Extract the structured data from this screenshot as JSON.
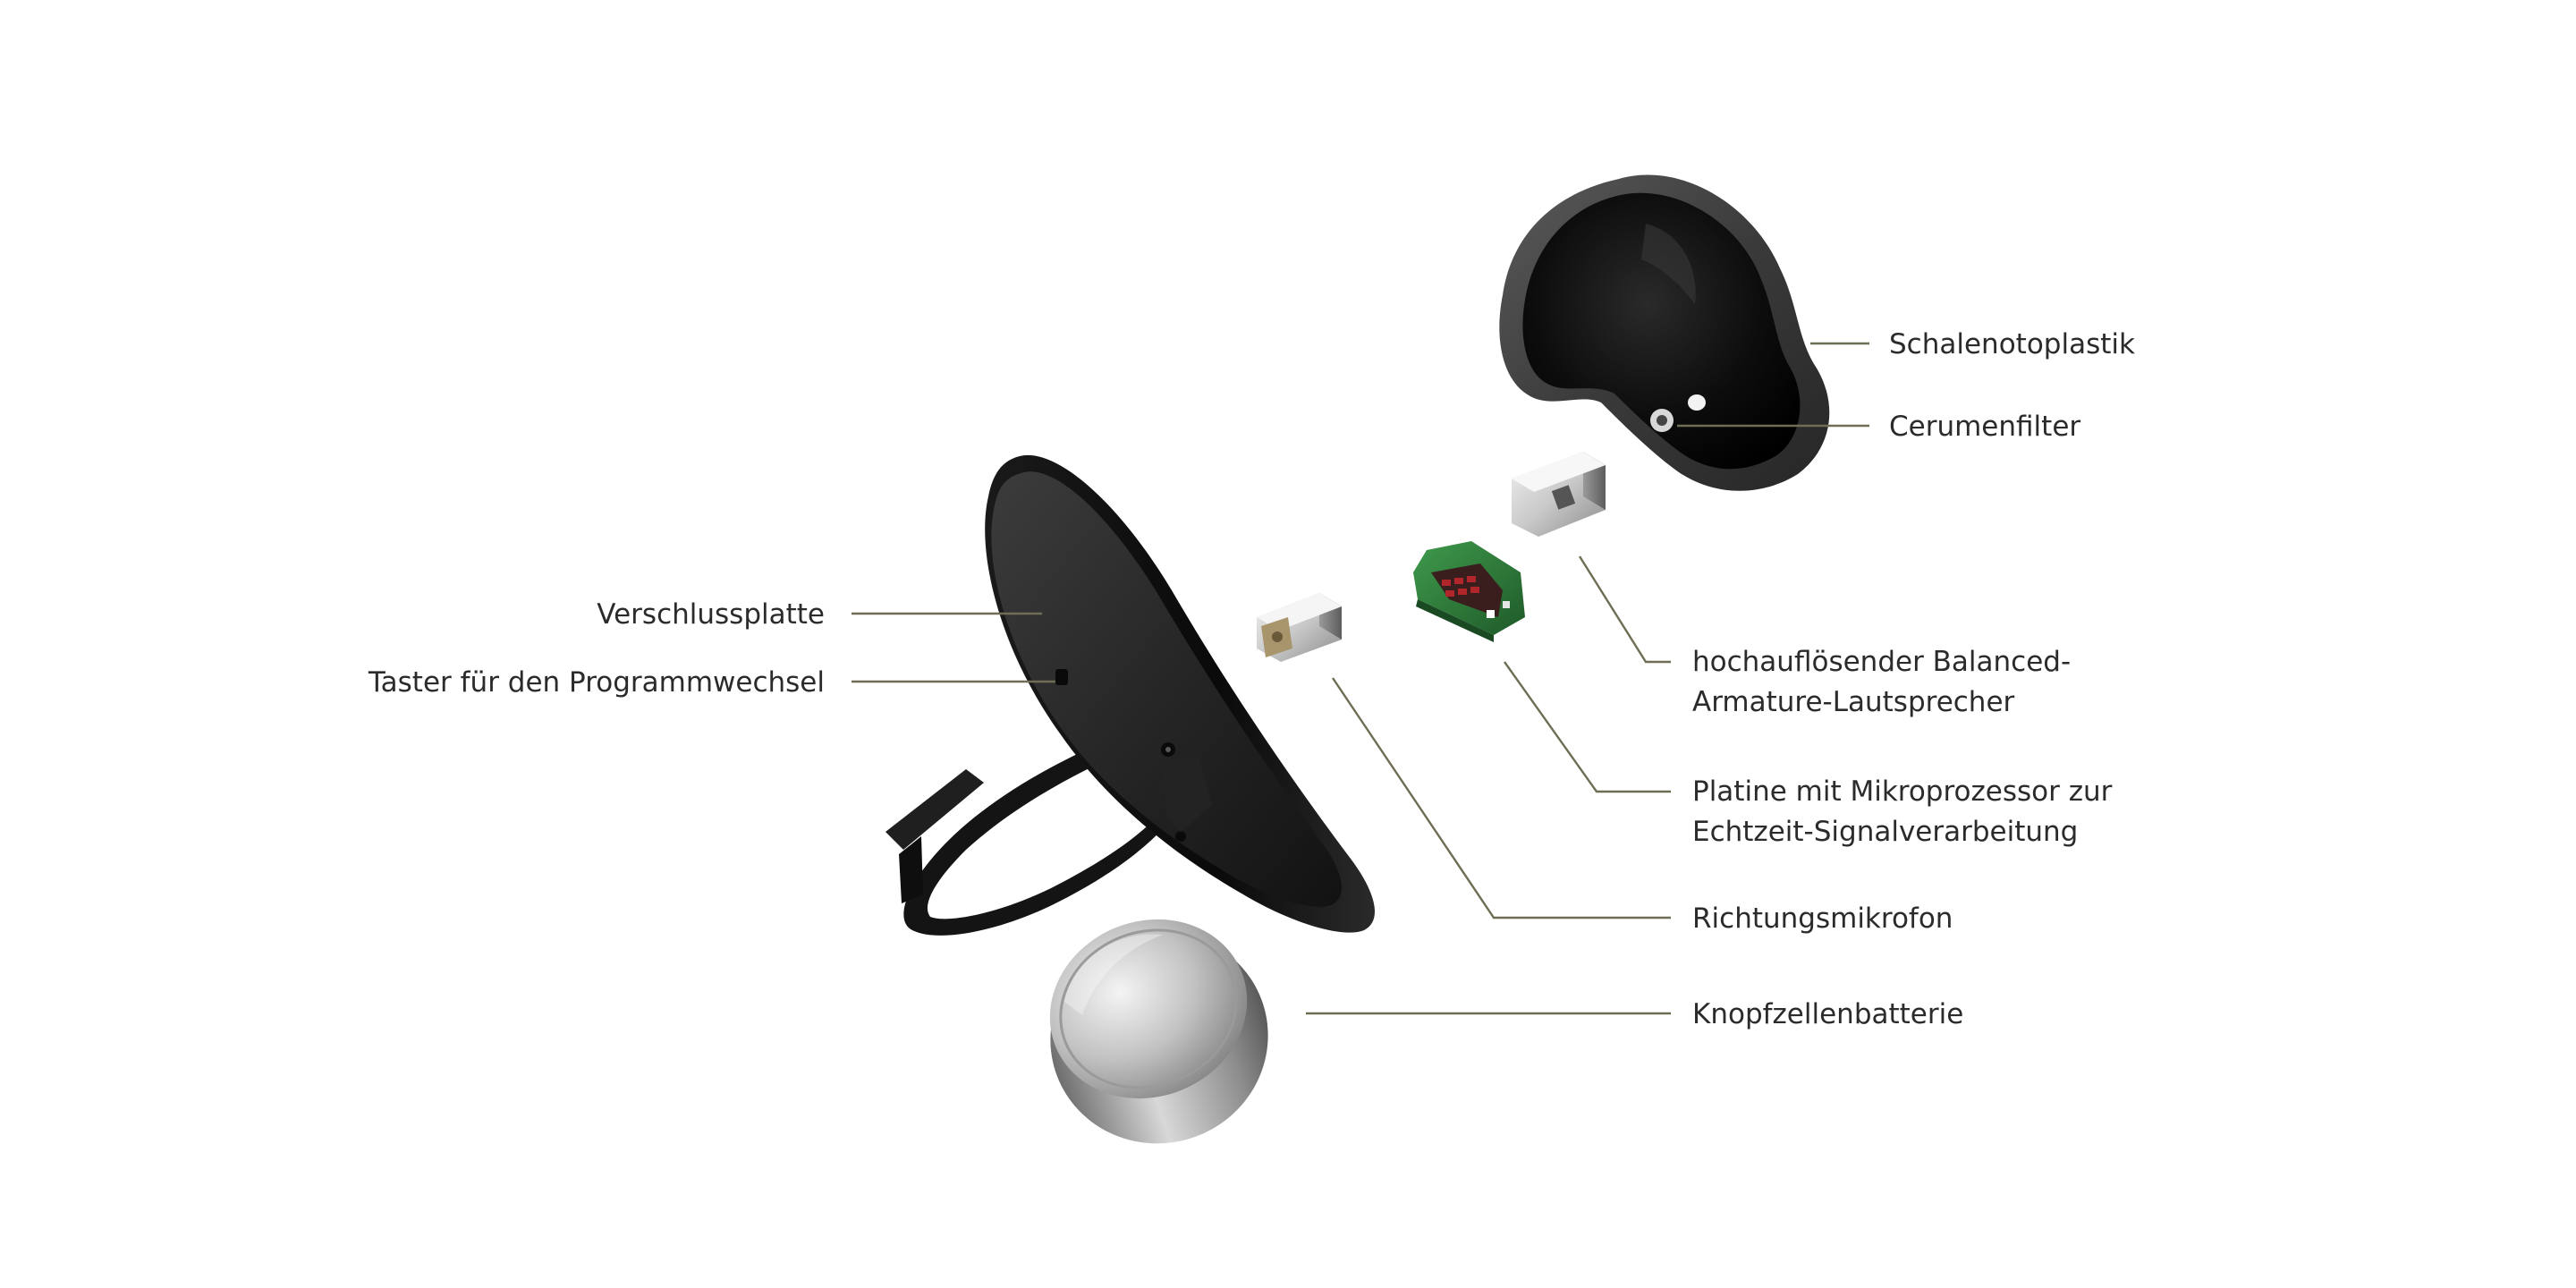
{
  "labels": {
    "schalenotoplastik": "Schalenotoplastik",
    "cerumenfilter": "Cerumenfilter",
    "lautsprecher_line1": "hochauflösender Balanced-",
    "lautsprecher_line2": "Armature-Lautsprecher",
    "platine_line1": "Platine mit Mikroprozessor zur",
    "platine_line2": "Echtzeit-Signalverarbeitung",
    "richtungsmikrofon": "Richtungsmikrofon",
    "knopfzellenbatterie": "Knopfzellenbatterie",
    "verschlussplatte": "Verschlussplatte",
    "taster": "Taster für den Programmwechsel"
  },
  "colors": {
    "leader_line": "#6f6e55",
    "label_text": "#2b2b2b",
    "shell": "#1c1c1c",
    "board_green": "#2f7a3a",
    "battery_silver": "#b8b8b8"
  }
}
